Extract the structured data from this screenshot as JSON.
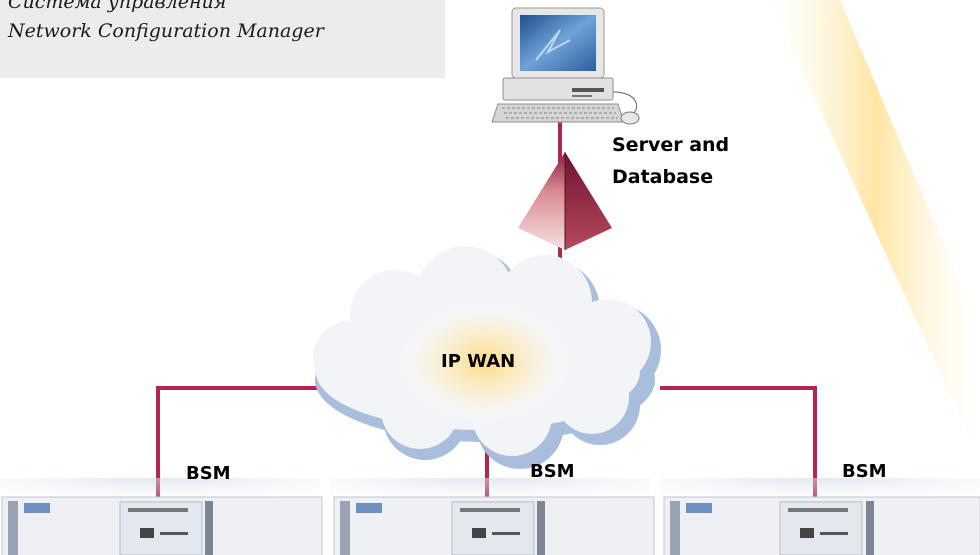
{
  "title": {
    "line1": "Система управления",
    "line2": "Network Configuration Manager"
  },
  "nodes": {
    "server": {
      "label_line1": "Server and",
      "label_line2": "Database",
      "icon": "desktop-computer-icon"
    },
    "database": {
      "icon": "pyramid-database-icon"
    },
    "wan": {
      "label": "IP WAN",
      "icon": "cloud-icon"
    },
    "bsm_left": {
      "label": "BSM",
      "icon": "rack-equipment-icon"
    },
    "bsm_center": {
      "label": "BSM",
      "icon": "rack-equipment-icon"
    },
    "bsm_right": {
      "label": "BSM",
      "icon": "rack-equipment-icon"
    }
  },
  "colors": {
    "link": "#b3264f",
    "cloud_fill": "#f2f4f8",
    "cloud_shadow": "#a9bedc",
    "accent_stripe": "#ffe8a8"
  }
}
